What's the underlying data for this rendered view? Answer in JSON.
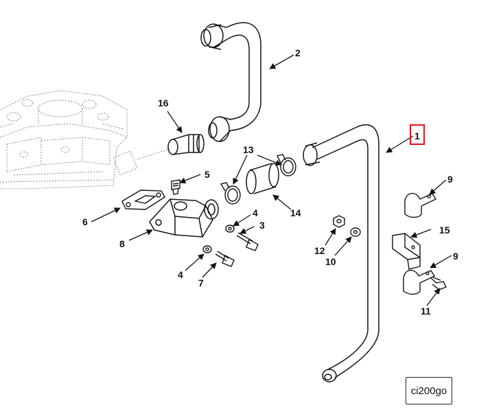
{
  "callouts": {
    "c1": "1",
    "c2": "2",
    "c3": "3",
    "c4a": "4",
    "c4b": "4",
    "c5": "5",
    "c6": "6",
    "c7": "7",
    "c8": "8",
    "c9a": "9",
    "c9b": "9",
    "c10": "10",
    "c11": "11",
    "c12": "12",
    "c13": "13",
    "c14": "14",
    "c15": "15",
    "c16": "16"
  },
  "highlighted_callout": "1",
  "highlight_color": "#e0151b",
  "reference_code": "ci200go"
}
